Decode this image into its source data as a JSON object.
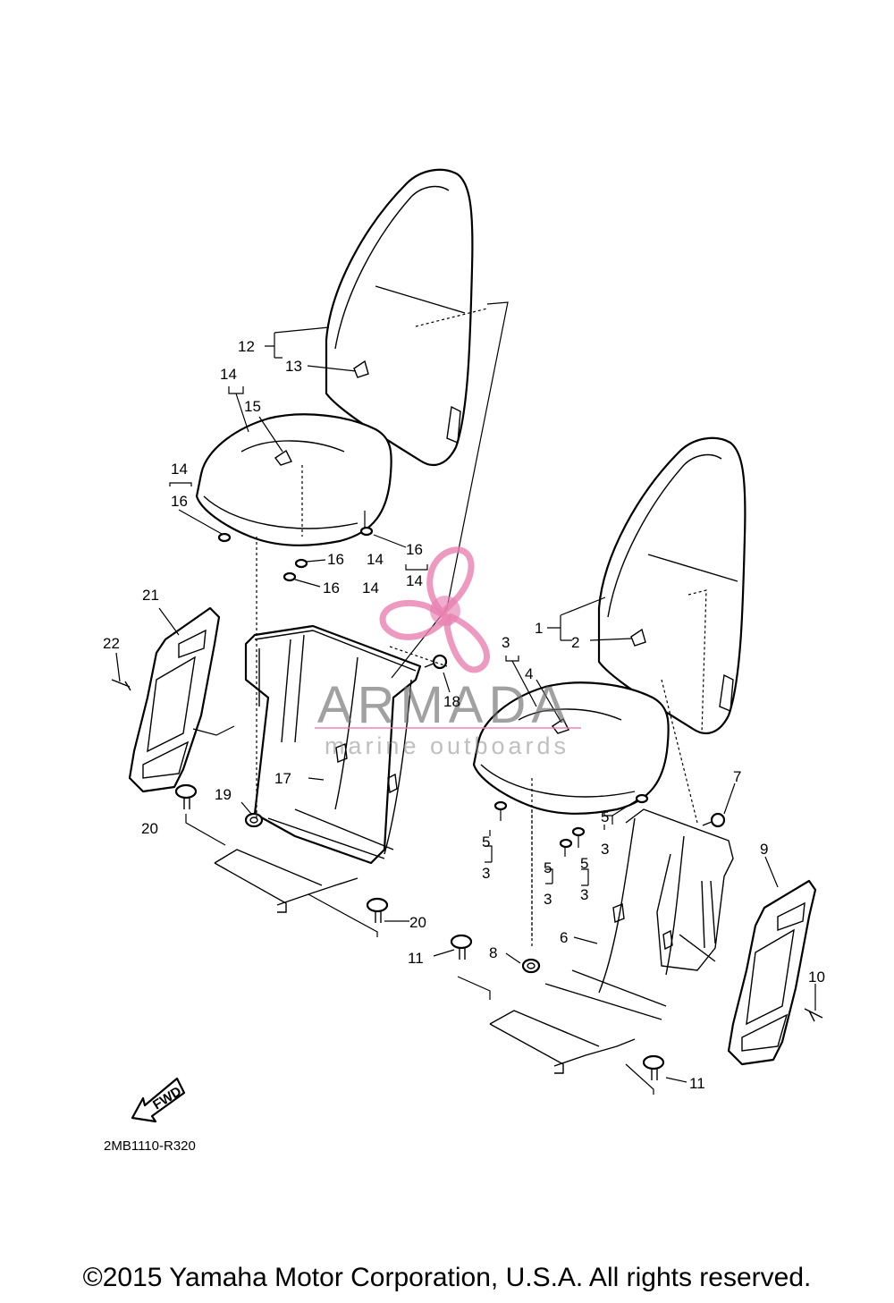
{
  "diagram": {
    "code": "2MB1110-R320",
    "fwd_label": "FWD",
    "copyright": "©2015 Yamaha Motor Corporation, U.S.A. All rights reserved.",
    "watermark": {
      "title": "ARMADA",
      "subtitle": "marine outboards",
      "color": "#e87fb0"
    },
    "callouts": {
      "c1": "1",
      "c2": "2",
      "c3": "3",
      "c4": "4",
      "c5a": "5",
      "c5b": "5",
      "c5c": "5",
      "c5d": "5",
      "c3a": "3",
      "c3b": "3",
      "c3c": "3",
      "c3d": "3",
      "c6": "6",
      "c7": "7",
      "c8": "8",
      "c9": "9",
      "c10": "10",
      "c11a": "11",
      "c11b": "11",
      "c12": "12",
      "c13": "13",
      "c14a": "14",
      "c14b": "14",
      "c14c": "14",
      "c14d": "14",
      "c14e": "14",
      "c15": "15",
      "c16a": "16",
      "c16b": "16",
      "c16c": "16",
      "c16d": "16",
      "c17": "17",
      "c18": "18",
      "c19": "19",
      "c20a": "20",
      "c20b": "20",
      "c21": "21",
      "c22": "22"
    }
  }
}
